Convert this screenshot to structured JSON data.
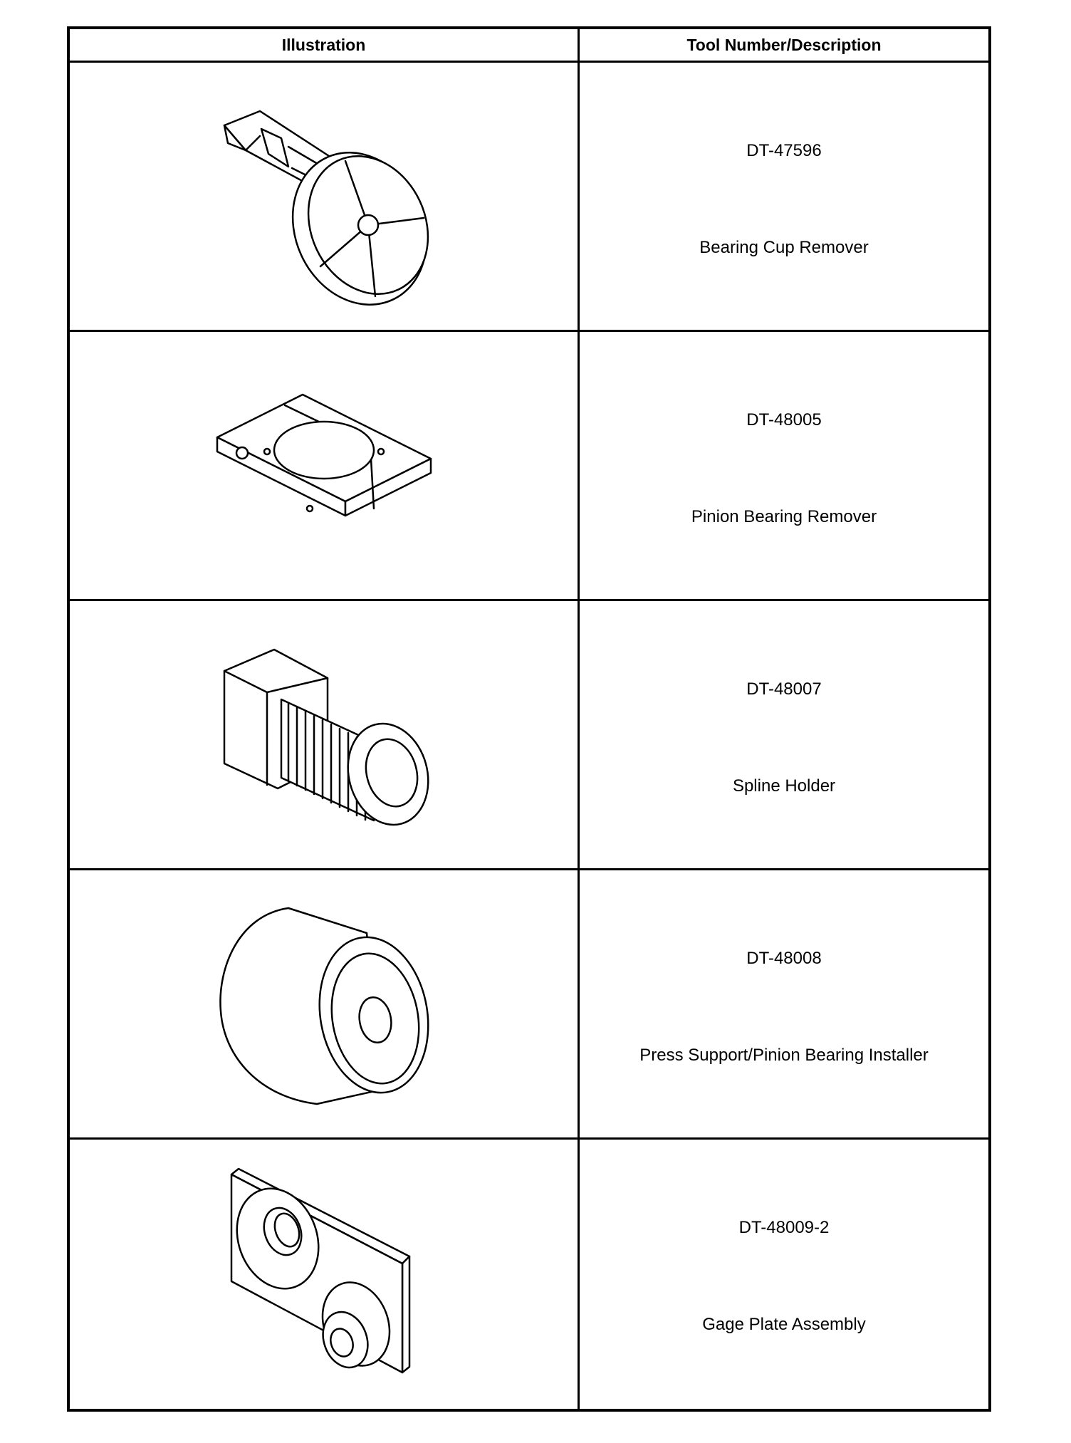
{
  "table": {
    "headers": {
      "illustration": "Illustration",
      "tool": "Tool Number/Description"
    },
    "rows": [
      {
        "number": "DT-47596",
        "description": "Bearing Cup Remover",
        "icon": "bearing-cup-remover-icon"
      },
      {
        "number": "DT-48005",
        "description": "Pinion Bearing Remover",
        "icon": "pinion-bearing-remover-icon"
      },
      {
        "number": "DT-48007",
        "description": "Spline Holder",
        "icon": "spline-holder-icon"
      },
      {
        "number": "DT-48008",
        "description": "Press Support/Pinion Bearing Installer",
        "icon": "press-support-icon"
      },
      {
        "number": "DT-48009-2",
        "description": "Gage Plate Assembly",
        "icon": "gage-plate-icon"
      }
    ]
  }
}
